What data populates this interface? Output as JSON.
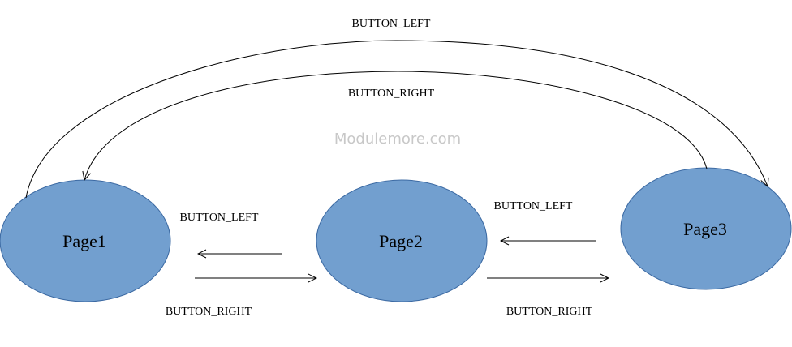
{
  "diagram": {
    "watermark": "Modulemore.com",
    "node_fill": "#729fcf",
    "node_stroke": "#3c6aa3",
    "nodes": [
      {
        "id": "page1",
        "label": "Page1"
      },
      {
        "id": "page2",
        "label": "Page2"
      },
      {
        "id": "page3",
        "label": "Page3"
      }
    ],
    "edges": [
      {
        "from": "page2",
        "to": "page1",
        "label": "BUTTON_LEFT"
      },
      {
        "from": "page1",
        "to": "page2",
        "label": "BUTTON_RIGHT"
      },
      {
        "from": "page3",
        "to": "page2",
        "label": "BUTTON_LEFT"
      },
      {
        "from": "page2",
        "to": "page3",
        "label": "BUTTON_RIGHT"
      },
      {
        "from": "page1",
        "to": "page3",
        "label": "BUTTON_LEFT"
      },
      {
        "from": "page3",
        "to": "page1",
        "label": "BUTTON_RIGHT"
      }
    ]
  }
}
